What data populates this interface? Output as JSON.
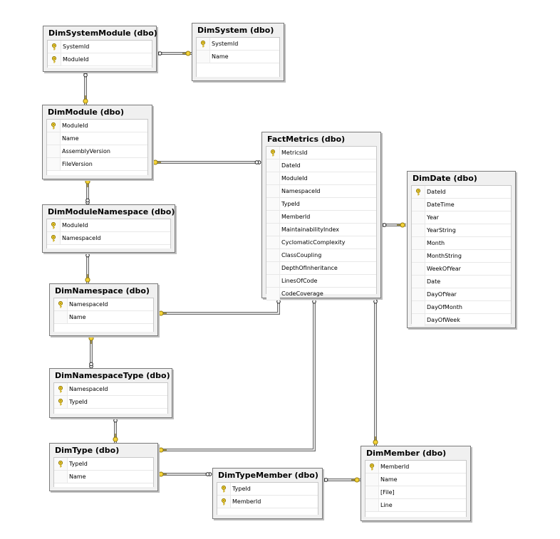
{
  "diagram": {
    "tables": [
      {
        "id": "DimSystemModule",
        "title": "DimSystemModule (dbo)",
        "columns": [
          {
            "name": "SystemId",
            "pk": true
          },
          {
            "name": "ModuleId",
            "pk": true
          }
        ]
      },
      {
        "id": "DimSystem",
        "title": "DimSystem (dbo)",
        "columns": [
          {
            "name": "SystemId",
            "pk": true
          },
          {
            "name": "Name",
            "pk": false
          }
        ]
      },
      {
        "id": "DimModule",
        "title": "DimModule (dbo)",
        "columns": [
          {
            "name": "ModuleId",
            "pk": true
          },
          {
            "name": "Name",
            "pk": false
          },
          {
            "name": "AssemblyVersion",
            "pk": false
          },
          {
            "name": "FileVersion",
            "pk": false
          }
        ]
      },
      {
        "id": "FactMetrics",
        "title": "FactMetrics (dbo)",
        "columns": [
          {
            "name": "MetricsId",
            "pk": true
          },
          {
            "name": "DateId",
            "pk": false
          },
          {
            "name": "ModuleId",
            "pk": false
          },
          {
            "name": "NamespaceId",
            "pk": false
          },
          {
            "name": "TypeId",
            "pk": false
          },
          {
            "name": "MemberId",
            "pk": false
          },
          {
            "name": "MaintainabilityIndex",
            "pk": false
          },
          {
            "name": "CyclomaticComplexity",
            "pk": false
          },
          {
            "name": "ClassCoupling",
            "pk": false
          },
          {
            "name": "DepthOfInheritance",
            "pk": false
          },
          {
            "name": "LinesOfCode",
            "pk": false
          },
          {
            "name": "CodeCoverage",
            "pk": false
          }
        ]
      },
      {
        "id": "DimDate",
        "title": "DimDate (dbo)",
        "columns": [
          {
            "name": "DateId",
            "pk": true
          },
          {
            "name": "DateTime",
            "pk": false
          },
          {
            "name": "Year",
            "pk": false
          },
          {
            "name": "YearString",
            "pk": false
          },
          {
            "name": "Month",
            "pk": false
          },
          {
            "name": "MonthString",
            "pk": false
          },
          {
            "name": "WeekOfYear",
            "pk": false
          },
          {
            "name": "Date",
            "pk": false
          },
          {
            "name": "DayOfYear",
            "pk": false
          },
          {
            "name": "DayOfMonth",
            "pk": false
          },
          {
            "name": "DayOfWeek",
            "pk": false
          }
        ]
      },
      {
        "id": "DimModuleNamespace",
        "title": "DimModuleNamespace (dbo)",
        "columns": [
          {
            "name": "ModuleId",
            "pk": true
          },
          {
            "name": "NamespaceId",
            "pk": true
          }
        ]
      },
      {
        "id": "DimNamespace",
        "title": "DimNamespace (dbo)",
        "columns": [
          {
            "name": "NamespaceId",
            "pk": true
          },
          {
            "name": "Name",
            "pk": false
          }
        ]
      },
      {
        "id": "DimNamespaceType",
        "title": "DimNamespaceType (dbo)",
        "columns": [
          {
            "name": "NamespaceId",
            "pk": true
          },
          {
            "name": "TypeId",
            "pk": true
          }
        ]
      },
      {
        "id": "DimType",
        "title": "DimType (dbo)",
        "columns": [
          {
            "name": "TypeId",
            "pk": true
          },
          {
            "name": "Name",
            "pk": false
          }
        ]
      },
      {
        "id": "DimTypeMember",
        "title": "DimTypeMember (dbo)",
        "columns": [
          {
            "name": "TypeId",
            "pk": true
          },
          {
            "name": "MemberId",
            "pk": true
          }
        ]
      },
      {
        "id": "DimMember",
        "title": "DimMember (dbo)",
        "columns": [
          {
            "name": "MemberId",
            "pk": true
          },
          {
            "name": "Name",
            "pk": false
          },
          {
            "name": "[File]",
            "pk": false
          },
          {
            "name": "Line",
            "pk": false
          }
        ]
      }
    ],
    "relationships": [
      {
        "id": "rel-systemmodule-system",
        "one": "DimSystem",
        "many": "DimSystemModule"
      },
      {
        "id": "rel-systemmodule-module",
        "one": "DimModule",
        "many": "DimSystemModule"
      },
      {
        "id": "rel-factmetrics-module",
        "one": "DimModule",
        "many": "FactMetrics"
      },
      {
        "id": "rel-factmetrics-date",
        "one": "DimDate",
        "many": "FactMetrics"
      },
      {
        "id": "rel-modulenamespace-module",
        "one": "DimModule",
        "many": "DimModuleNamespace"
      },
      {
        "id": "rel-modulenamespace-namespace",
        "one": "DimNamespace",
        "many": "DimModuleNamespace"
      },
      {
        "id": "rel-factmetrics-namespace",
        "one": "DimNamespace",
        "many": "FactMetrics"
      },
      {
        "id": "rel-namespacetype-namespace",
        "one": "DimNamespace",
        "many": "DimNamespaceType"
      },
      {
        "id": "rel-namespacetype-type",
        "one": "DimType",
        "many": "DimNamespaceType"
      },
      {
        "id": "rel-factmetrics-type",
        "one": "DimType",
        "many": "FactMetrics"
      },
      {
        "id": "rel-typemember-type",
        "one": "DimType",
        "many": "DimTypeMember"
      },
      {
        "id": "rel-typemember-member",
        "one": "DimMember",
        "many": "DimTypeMember"
      },
      {
        "id": "rel-factmetrics-member",
        "one": "DimMember",
        "many": "FactMetrics"
      }
    ]
  }
}
